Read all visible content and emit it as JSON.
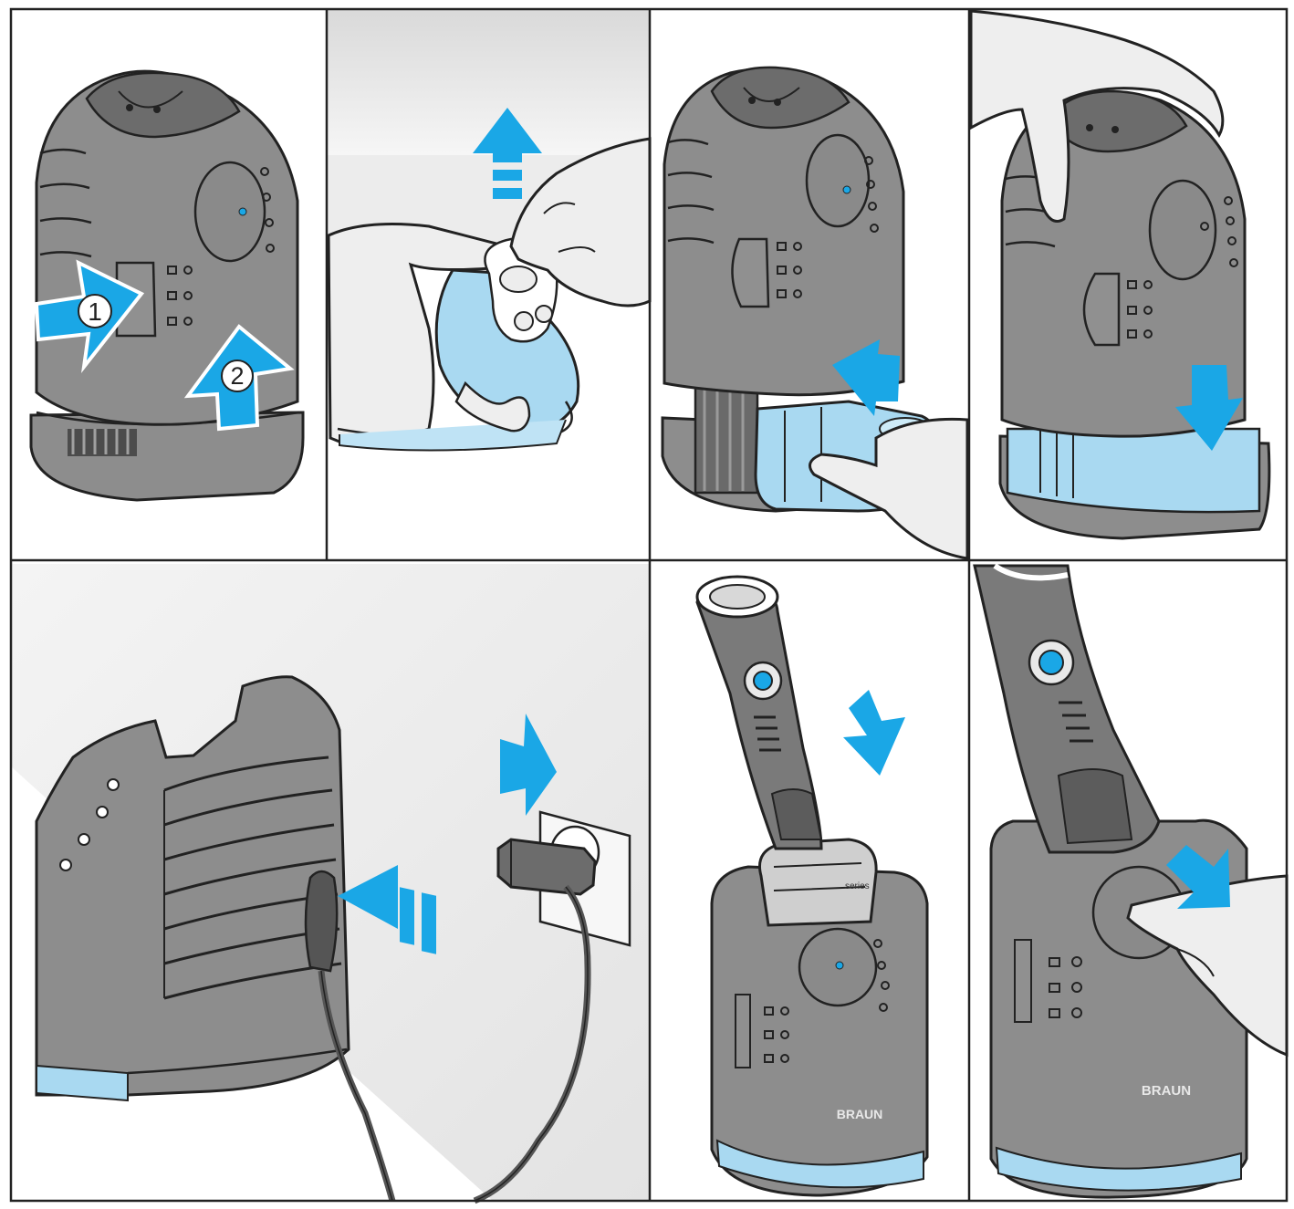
{
  "steps": {
    "push_label": "1",
    "lift_label": "2"
  },
  "brand": {
    "logo_text": "BRAUN",
    "shaver_model": "series"
  },
  "colors": {
    "arrow": "#1aa7e6",
    "device": "#8d8d8d",
    "device_dark": "#6c6c6c",
    "cartridge": "#a9d9f1",
    "skin": "#eeeeee",
    "outline": "#222222"
  }
}
